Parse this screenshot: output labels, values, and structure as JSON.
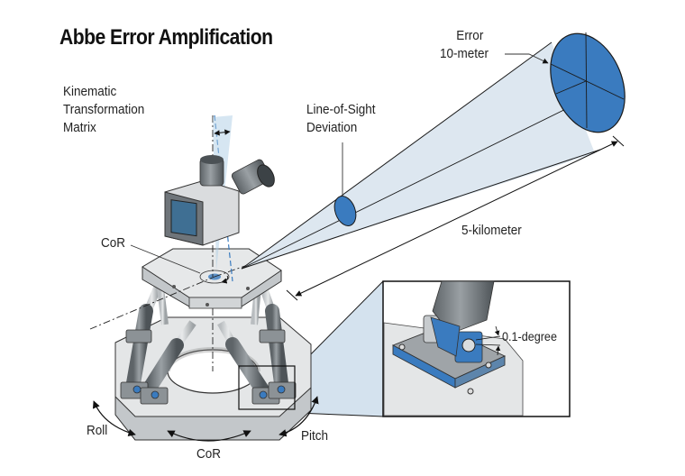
{
  "title": "Abbe Error Amplification",
  "labels": {
    "kinematic": [
      "Kinematic",
      "Transformation",
      "Matrix"
    ],
    "line_of_sight": [
      "Line-of-Sight",
      "Deviation"
    ],
    "error": [
      "Error",
      "10-meter"
    ],
    "distance": "5-kilometer",
    "cor_top": "CoR",
    "angle": "0.1-degree",
    "roll": "Roll",
    "cor_bottom": "CoR",
    "pitch": "Pitch"
  },
  "colors": {
    "accent_blue": "#3a7bbf",
    "cone_fill": "#dde7f0",
    "metal_light": "#d9dcde",
    "metal_dark": "#6f757a",
    "line": "#1a1a1a"
  }
}
